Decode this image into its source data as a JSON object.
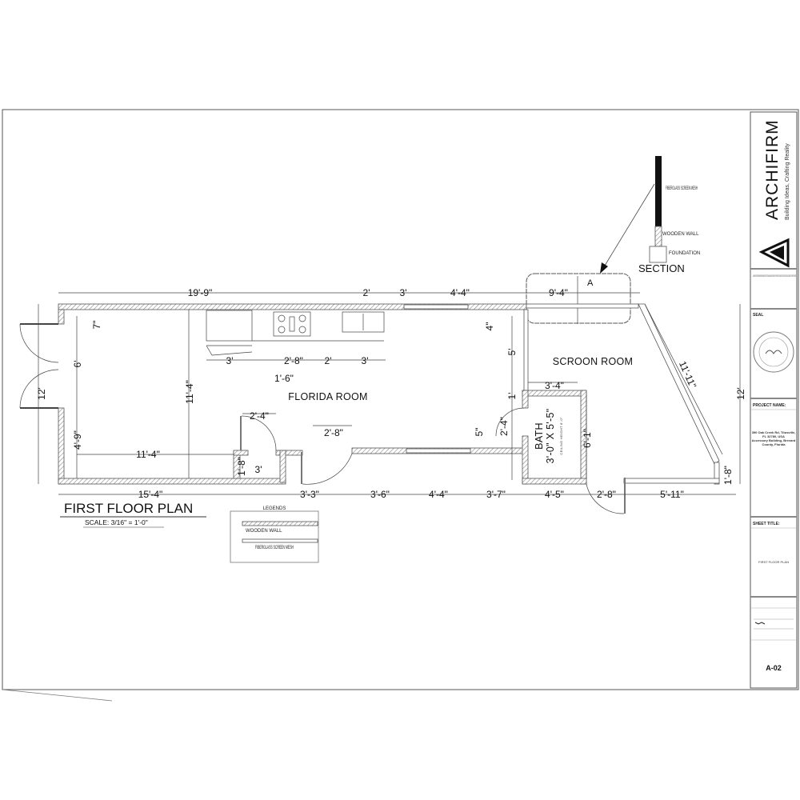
{
  "title_block": {
    "logo": "ARCHIFIRM",
    "tagline": "Building Ideas, Crafting Reality",
    "notes": "ALL DRAWINGS & WRITTEN MATERIAL APPEARING HEREIN CONSTITUTE ORIGINAL AND UNPUBLISHED WORK OF THE ARCHITECT AND MAY NOT BE DUPLICATED, USED OR DISCLOSED WITHOUT WRITTEN CONSENT",
    "seal_label": "SEAL",
    "project_name_label": "PROJECT NAME:",
    "project_name": [
      "390 Oak Creek Rd, Titusville,",
      "FL 32780, USA",
      "Accessory Building, Brevard",
      "County, Florida"
    ],
    "sheet_title_label": "SHEET TITLE:",
    "sheet_title": "FIRST FLOOR PLAN",
    "sheet_number": "A-02"
  },
  "plan": {
    "title": "FIRST FLOOR PLAN",
    "scale": "SCALE: 3/16\" = 1'-0\"",
    "rooms": {
      "florida": "FLORIDA ROOM",
      "screen": "SCROON ROOM",
      "bath": "BATH",
      "bath_size": "3'-0\" X 5'-5\"",
      "bath_note": "CEILING HEIGHT 8'-0\""
    },
    "dims_top": [
      "19'-9\"",
      "2'",
      "3'",
      "4'-4\"",
      "9'-4\""
    ],
    "dims_kitchen": [
      "3'",
      "2'-8\"",
      "2'",
      "3'",
      "1'-6\""
    ],
    "dims_bottom": [
      "15'-4\"",
      "3'-3\"",
      "3'-6\"",
      "4'-4\"",
      "3'-7\"",
      "4'-5\"",
      "2'-8\"",
      "5'-11\""
    ],
    "dims_left": [
      "12'",
      "6'",
      "4'-9\"",
      "7\""
    ],
    "dims_interior": [
      "11'-4\"",
      "11'-4\"",
      "2'-4\"",
      "1'-8\"",
      "3'",
      "2'-8\"",
      "4\"",
      "5'",
      "1'",
      "2'-4\"",
      "5\"",
      "3'-4\"",
      "6'-1\""
    ],
    "dims_right": [
      "11'-11\"",
      "12'",
      "1'-8\""
    ],
    "section_marker": "A"
  },
  "section": {
    "title": "SECTION",
    "labels": [
      "FIBERGLASS SCREEN MESH",
      "WOODEN WALL",
      "FOUNDATION"
    ]
  },
  "legend": {
    "title": "LEGENDS",
    "items": [
      "WOODEN WALL",
      "FIBERGLASS SCREEN MESH"
    ]
  }
}
